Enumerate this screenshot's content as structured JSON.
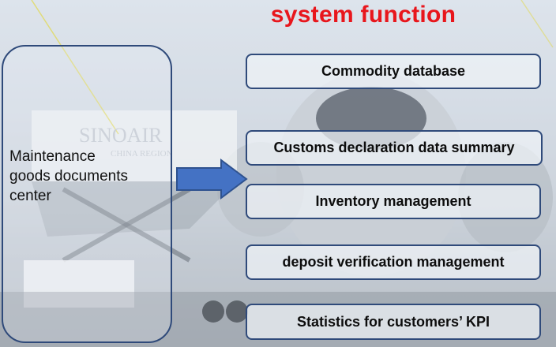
{
  "title": "system function",
  "center_label": "Maintenance goods documents center",
  "center_lines": [
    "Maintenance",
    "goods documents",
    "center"
  ],
  "functions": [
    "Commodity database",
    "Customs declaration data summary",
    "Inventory management",
    "deposit verification management",
    "Statistics for customers’ KPI"
  ],
  "background_watermark": "SINOAIR",
  "background_watermark_sub": "CHINA REGION",
  "colors": {
    "title": "#e8161c",
    "box_border": "#2f4a7a",
    "arrow_fill": "#4472c4"
  }
}
